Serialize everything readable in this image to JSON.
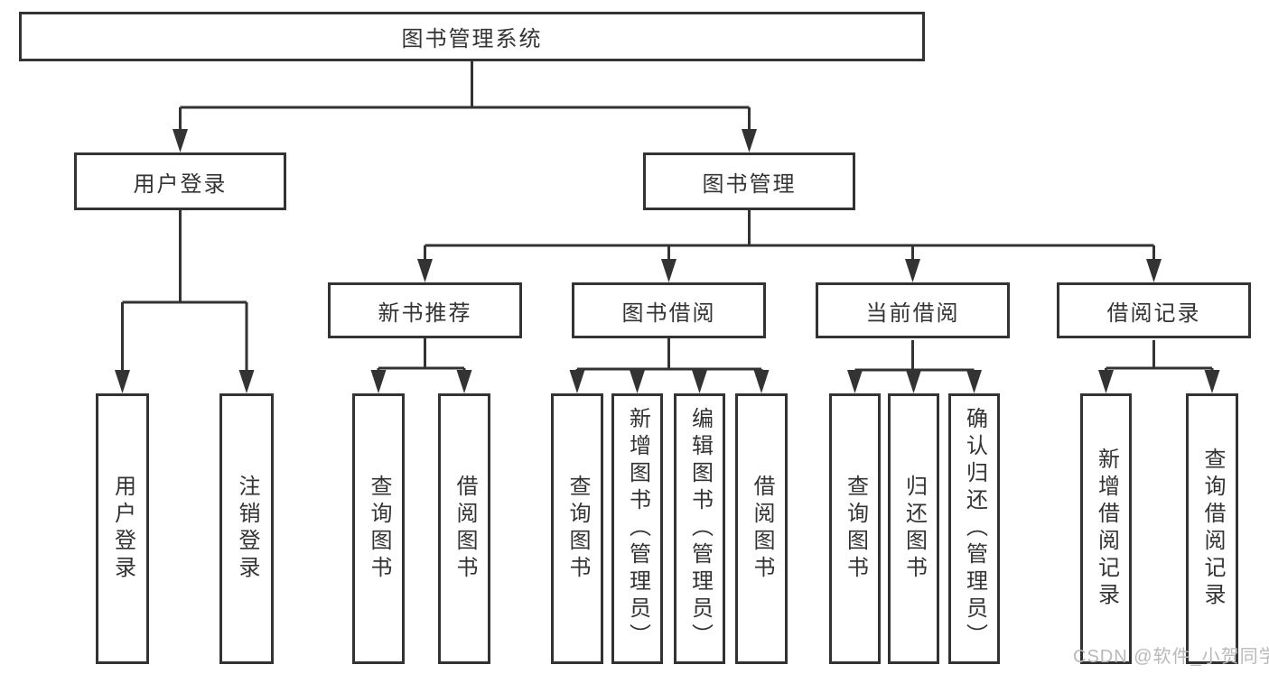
{
  "colors": {
    "line": "#333333",
    "text": "#333333",
    "background": "#ffffff",
    "watermark": "#b9b9b9"
  },
  "tree": {
    "root": {
      "label": "图书管理系统"
    },
    "branches": [
      {
        "label": "用户登录",
        "leaves": [
          {
            "label": "用户登录"
          },
          {
            "label": "注销登录"
          }
        ]
      },
      {
        "label": "图书管理",
        "groups": [
          {
            "label": "新书推荐",
            "leaves": [
              {
                "label": "查询图书"
              },
              {
                "label": "借阅图书"
              }
            ]
          },
          {
            "label": "图书借阅",
            "leaves": [
              {
                "label": "查询图书"
              },
              {
                "label": "新增图书（管理员）"
              },
              {
                "label": "编辑图书（管理员）"
              },
              {
                "label": "借阅图书"
              }
            ]
          },
          {
            "label": "当前借阅",
            "leaves": [
              {
                "label": "查询图书"
              },
              {
                "label": "归还图书"
              },
              {
                "label": "确认归还（管理员）"
              }
            ]
          },
          {
            "label": "借阅记录",
            "leaves": [
              {
                "label": "新增借阅记录"
              },
              {
                "label": "查询借阅记录"
              }
            ]
          }
        ]
      }
    ]
  },
  "watermark": {
    "text": "CSDN @软件_小贺同学"
  }
}
